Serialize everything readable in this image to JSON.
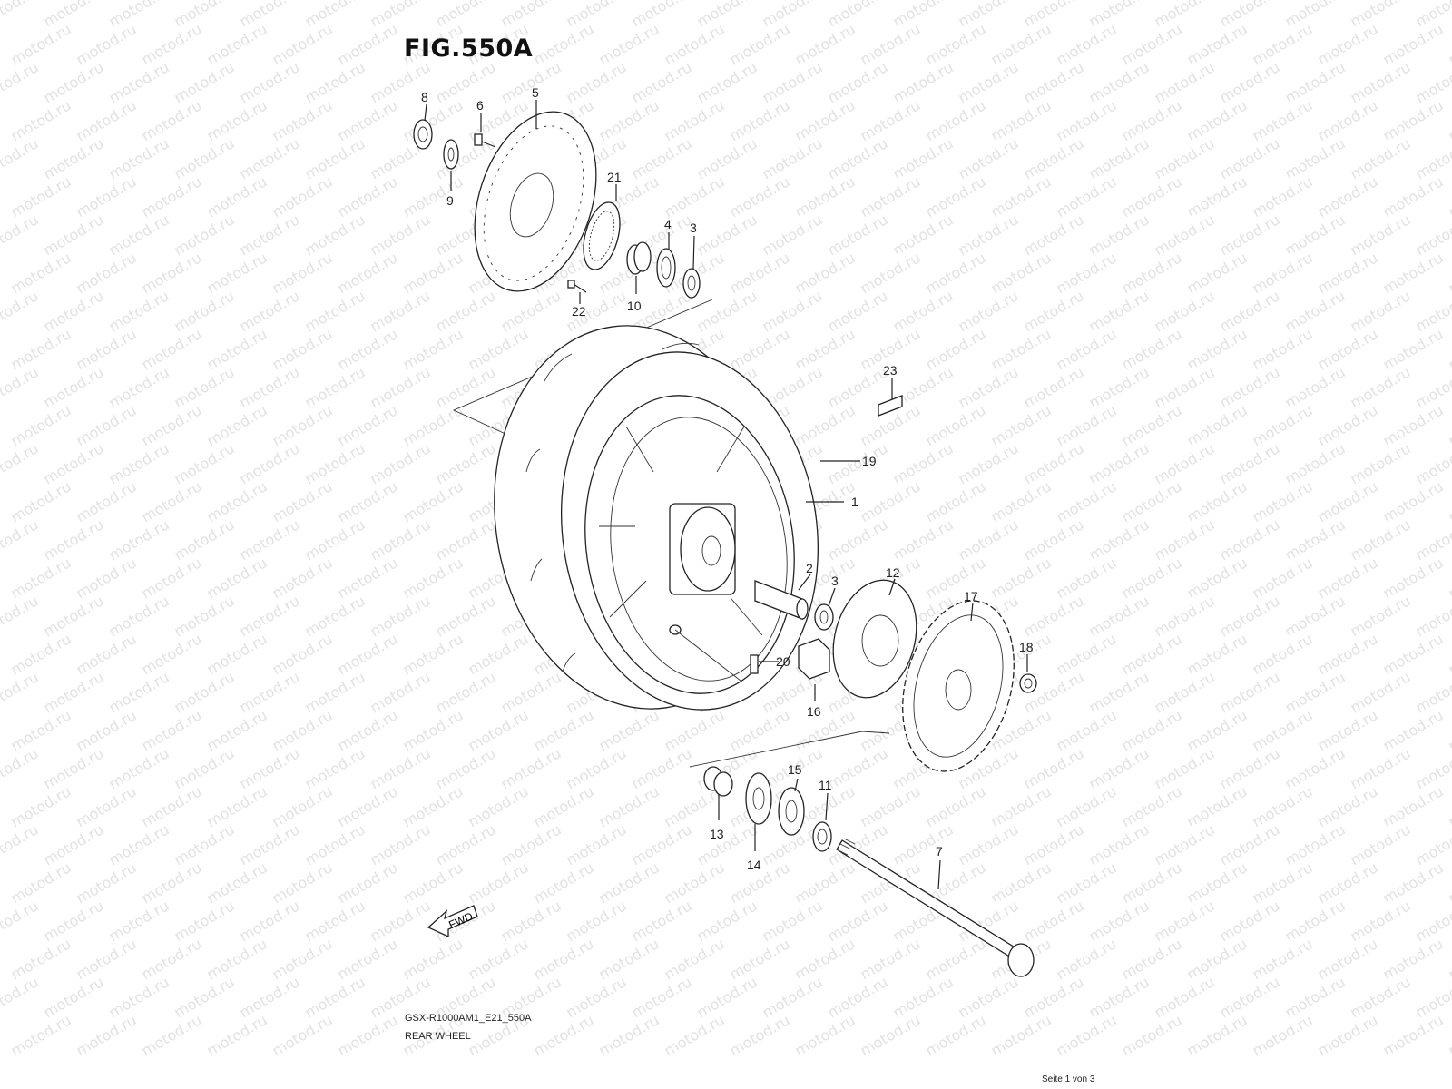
{
  "figure": {
    "title": "FIG.550A",
    "model_code": "GSX-R1000AM1_E21_550A",
    "caption": "REAR WHEEL",
    "page": "Seite 1 von 3",
    "watermark": "motod.ru",
    "fwd_label": "FWD"
  },
  "callouts": [
    {
      "id": "1",
      "label": "1"
    },
    {
      "id": "2",
      "label": "2"
    },
    {
      "id": "3a",
      "label": "3"
    },
    {
      "id": "3b",
      "label": "3"
    },
    {
      "id": "4",
      "label": "4"
    },
    {
      "id": "5",
      "label": "5"
    },
    {
      "id": "6",
      "label": "6"
    },
    {
      "id": "7",
      "label": "7"
    },
    {
      "id": "8",
      "label": "8"
    },
    {
      "id": "9",
      "label": "9"
    },
    {
      "id": "10",
      "label": "10"
    },
    {
      "id": "11",
      "label": "11"
    },
    {
      "id": "12",
      "label": "12"
    },
    {
      "id": "13",
      "label": "13"
    },
    {
      "id": "14",
      "label": "14"
    },
    {
      "id": "15",
      "label": "15"
    },
    {
      "id": "16",
      "label": "16"
    },
    {
      "id": "17",
      "label": "17"
    },
    {
      "id": "18",
      "label": "18"
    },
    {
      "id": "19",
      "label": "19"
    },
    {
      "id": "20",
      "label": "20"
    },
    {
      "id": "21",
      "label": "21"
    },
    {
      "id": "22",
      "label": "22"
    },
    {
      "id": "23",
      "label": "23"
    }
  ]
}
